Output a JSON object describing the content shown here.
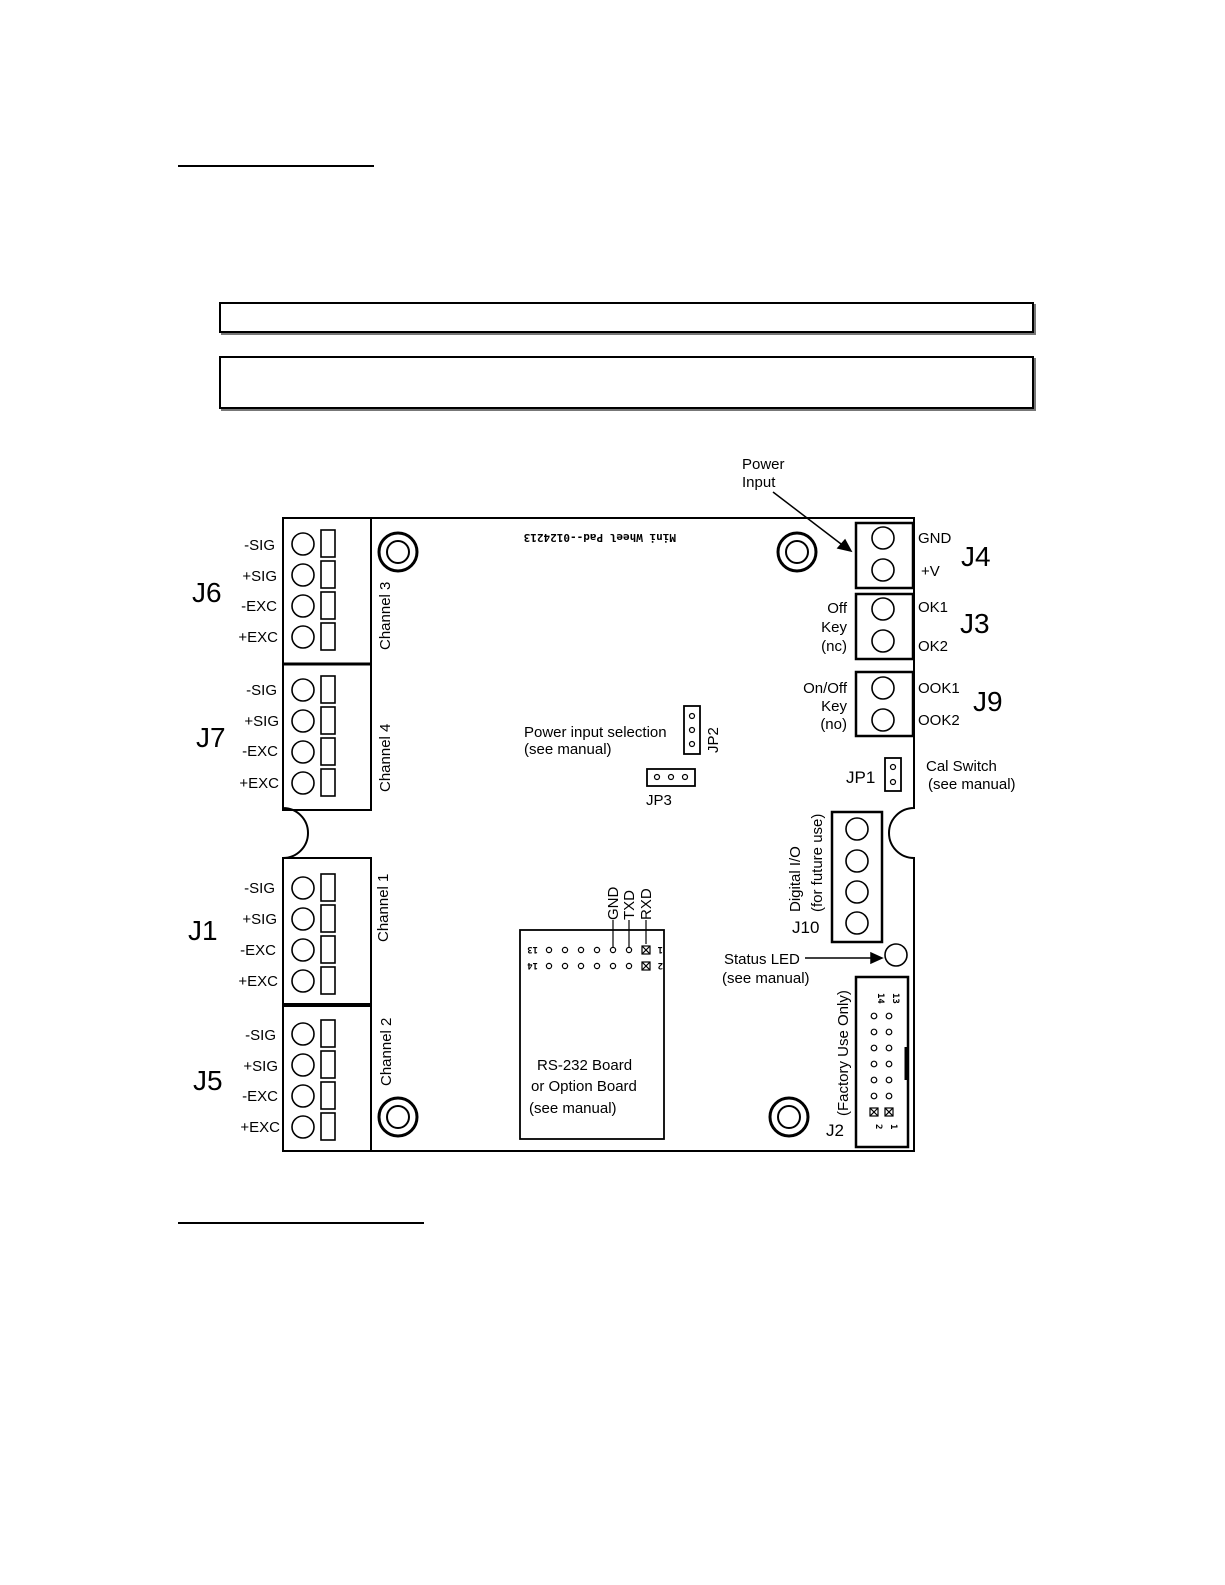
{
  "board": {
    "silkscreen": "Mini Wheel Pad--0124213",
    "connectors": [
      {
        "id": "J6",
        "channel": "Channel 3",
        "pins": [
          "-SIG",
          "+SIG",
          "-EXC",
          "+EXC"
        ]
      },
      {
        "id": "J7",
        "channel": "Channel 4",
        "pins": [
          "-SIG",
          "+SIG",
          "-EXC",
          "+EXC"
        ]
      },
      {
        "id": "J1",
        "channel": "Channel 1",
        "pins": [
          "-SIG",
          "+SIG",
          "-EXC",
          "+EXC"
        ]
      },
      {
        "id": "J5",
        "channel": "Channel 2",
        "pins": [
          "-SIG",
          "+SIG",
          "-EXC",
          "+EXC"
        ]
      }
    ],
    "power": {
      "label_line1": "Power",
      "label_line2": "Input",
      "id": "J4",
      "pins": [
        "GND",
        "+V"
      ]
    },
    "j3": {
      "id": "J3",
      "desc": [
        "Off",
        "Key",
        "(nc)"
      ],
      "pins": [
        "OK1",
        "OK2"
      ]
    },
    "j9": {
      "id": "J9",
      "desc": [
        "On/Off",
        "Key",
        "(no)"
      ],
      "pins": [
        "OOK1",
        "OOK2"
      ]
    },
    "jp1": {
      "id": "JP1",
      "desc": [
        "Cal Switch",
        "(see manual)"
      ]
    },
    "jp2": {
      "id": "JP2",
      "desc": [
        "Power input selection",
        "(see manual)"
      ]
    },
    "jp3": {
      "id": "JP3"
    },
    "j10": {
      "id": "J10",
      "desc": [
        "Digital I/O",
        "(for future use)"
      ]
    },
    "status_led": {
      "desc": [
        "Status LED",
        "(see manual)"
      ]
    },
    "j2": {
      "id": "J2",
      "desc": "(Factory Use Only)",
      "pin_labels": [
        "14",
        "13",
        "2",
        "1"
      ]
    },
    "rs232": {
      "signals": [
        "GND",
        "TXD",
        "RXD"
      ],
      "desc": [
        "RS-232 Board",
        "or Option Board",
        "(see manual)"
      ],
      "pin_labels": [
        "13",
        "1",
        "14",
        "2"
      ]
    }
  }
}
